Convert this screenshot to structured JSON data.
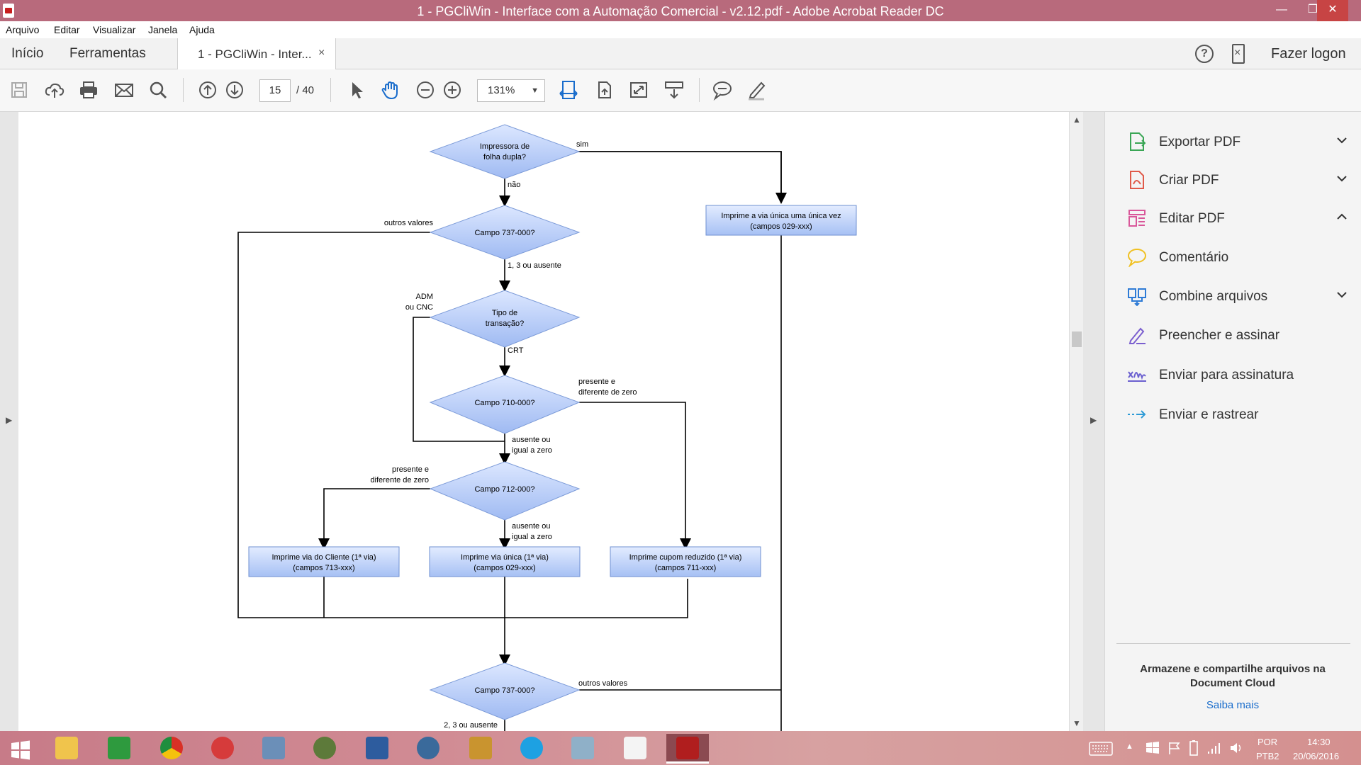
{
  "window": {
    "title": "1 - PGCliWin - Interface com a Automação Comercial - v2.12.pdf - Adobe Acrobat Reader DC",
    "minimize": "—",
    "maximize": "❐",
    "close": "✕"
  },
  "menu": [
    "Arquivo",
    "Editar",
    "Visualizar",
    "Janela",
    "Ajuda"
  ],
  "tabs": {
    "home": "Início",
    "tools": "Ferramentas",
    "document": "1 - PGCliWin - Inter...",
    "close": "×",
    "logon": "Fazer logon",
    "help": "?"
  },
  "toolbar": {
    "page_current": "15",
    "page_total": "/ 40",
    "zoom": "131%"
  },
  "right_panel": {
    "tools": [
      {
        "label": "Exportar PDF",
        "icon": "export-pdf-icon",
        "color": "#3aa655",
        "chevron": "down"
      },
      {
        "label": "Criar PDF",
        "icon": "create-pdf-icon",
        "color": "#e05a4a",
        "chevron": "down"
      },
      {
        "label": "Editar PDF",
        "icon": "edit-pdf-icon",
        "color": "#d9579a",
        "chevron": "up"
      },
      {
        "label": "Comentário",
        "icon": "comment-icon",
        "color": "#f0c020",
        "chevron": ""
      },
      {
        "label": "Combine arquivos",
        "icon": "combine-files-icon",
        "color": "#2e7bd6",
        "chevron": "down"
      },
      {
        "label": "Preencher e assinar",
        "icon": "fill-sign-icon",
        "color": "#7b5fcf",
        "chevron": ""
      },
      {
        "label": "Enviar para assinatura",
        "icon": "send-signature-icon",
        "color": "#6a5fcf",
        "chevron": ""
      },
      {
        "label": "Enviar e rastrear",
        "icon": "send-track-icon",
        "color": "#2e9bd6",
        "chevron": ""
      }
    ],
    "cloud_text": "Armazene e compartilhe arquivos na Document Cloud",
    "cloud_link": "Saiba mais"
  },
  "flowchart": {
    "d1": [
      "Impressora de",
      "folha dupla?"
    ],
    "d2": [
      "Campo 737-000?"
    ],
    "d3": [
      "Tipo de",
      "transação?"
    ],
    "d4": [
      "Campo 710-000?"
    ],
    "d5": [
      "Campo 712-000?"
    ],
    "d6": [
      "Campo 737-000?"
    ],
    "b1": [
      "Imprime a via única uma única vez",
      "(campos 029-xxx)"
    ],
    "b2": [
      "Imprime via do Cliente (1ª via)",
      "(campos 713-xxx)"
    ],
    "b3": [
      "Imprime via única (1ª via)",
      "(campos 029-xxx)"
    ],
    "b4": [
      "Imprime cupom reduzido (1ª via)",
      "(campos 711-xxx)"
    ],
    "l_sim": "sim",
    "l_nao": "não",
    "l_outros1": "outros valores",
    "l_13aus": "1, 3 ou ausente",
    "l_adm": [
      "ADM",
      "ou CNC"
    ],
    "l_crt": "CRT",
    "l_pres1": [
      "presente e",
      "diferente de zero"
    ],
    "l_aus1": [
      "ausente ou",
      "igual a zero"
    ],
    "l_pres2": [
      "presente e",
      "diferente de zero"
    ],
    "l_aus2": [
      "ausente ou",
      "igual a zero"
    ],
    "l_outros2": "outros valores",
    "l_23aus": "2, 3 ou ausente"
  },
  "tray": {
    "lang1": "POR",
    "lang2": "PTB2",
    "time": "14:30",
    "date": "20/06/2016",
    "show_hidden": "▲"
  }
}
